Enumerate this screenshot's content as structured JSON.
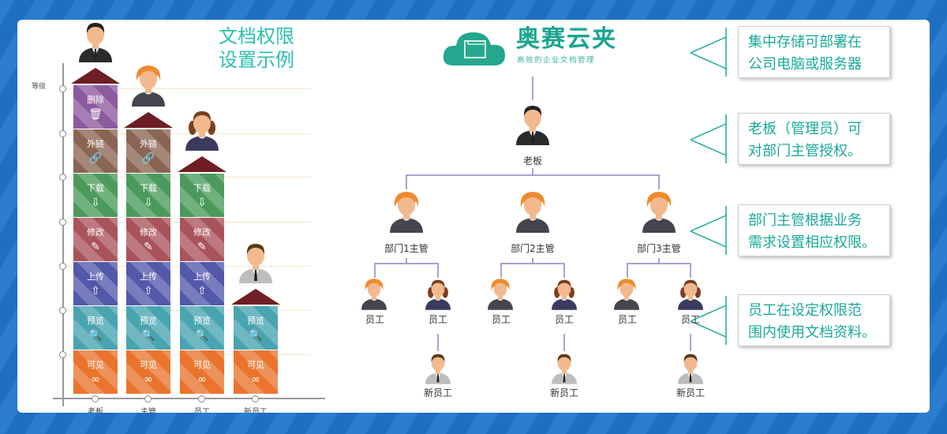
{
  "left": {
    "title_line1": "文档权限",
    "title_line2": "设置示例",
    "level_label": "等级",
    "permissions": [
      {
        "label": "删除",
        "icon": "trash-icon",
        "glyph": "🗑",
        "color": "#8d5a9f"
      },
      {
        "label": "外链",
        "icon": "link-icon",
        "glyph": "🔗",
        "color": "#8a6552"
      },
      {
        "label": "下载",
        "icon": "download-icon",
        "glyph": "⇩",
        "color": "#4b9a5c"
      },
      {
        "label": "修改",
        "icon": "edit-icon",
        "glyph": "✎",
        "color": "#a9535b"
      },
      {
        "label": "上传",
        "icon": "upload-icon",
        "glyph": "⇧",
        "color": "#5258aa"
      },
      {
        "label": "预览",
        "icon": "preview-icon",
        "glyph": "🔍",
        "color": "#48a4b0"
      },
      {
        "label": "可见",
        "icon": "binoculars-icon",
        "glyph": "∞",
        "color": "#ea742d"
      }
    ],
    "roles": [
      {
        "label": "老板",
        "levels": 7
      },
      {
        "label": "主管",
        "levels": 6
      },
      {
        "label": "员工",
        "levels": 5
      },
      {
        "label": "新员工",
        "levels": 2
      }
    ]
  },
  "brand": {
    "name": "奥赛云夹",
    "slogan": "高效的企业文档管理",
    "color": "#1aa590"
  },
  "org": {
    "boss": "老板",
    "managers": [
      "部门1主管",
      "部门2主管",
      "部门3主管"
    ],
    "employee": "员工",
    "new_employee": "新员工"
  },
  "callouts": [
    {
      "line1": "集中存储可部署在",
      "line2": "公司电脑或服务器"
    },
    {
      "line1": "老板（管理员）可",
      "line2": "对部门主管授权。"
    },
    {
      "line1": "部门主管根据业务",
      "line2": "需求设置相应权限。"
    },
    {
      "line1": "员工在设定权限范",
      "line2": "围内使用文档资料。"
    }
  ]
}
